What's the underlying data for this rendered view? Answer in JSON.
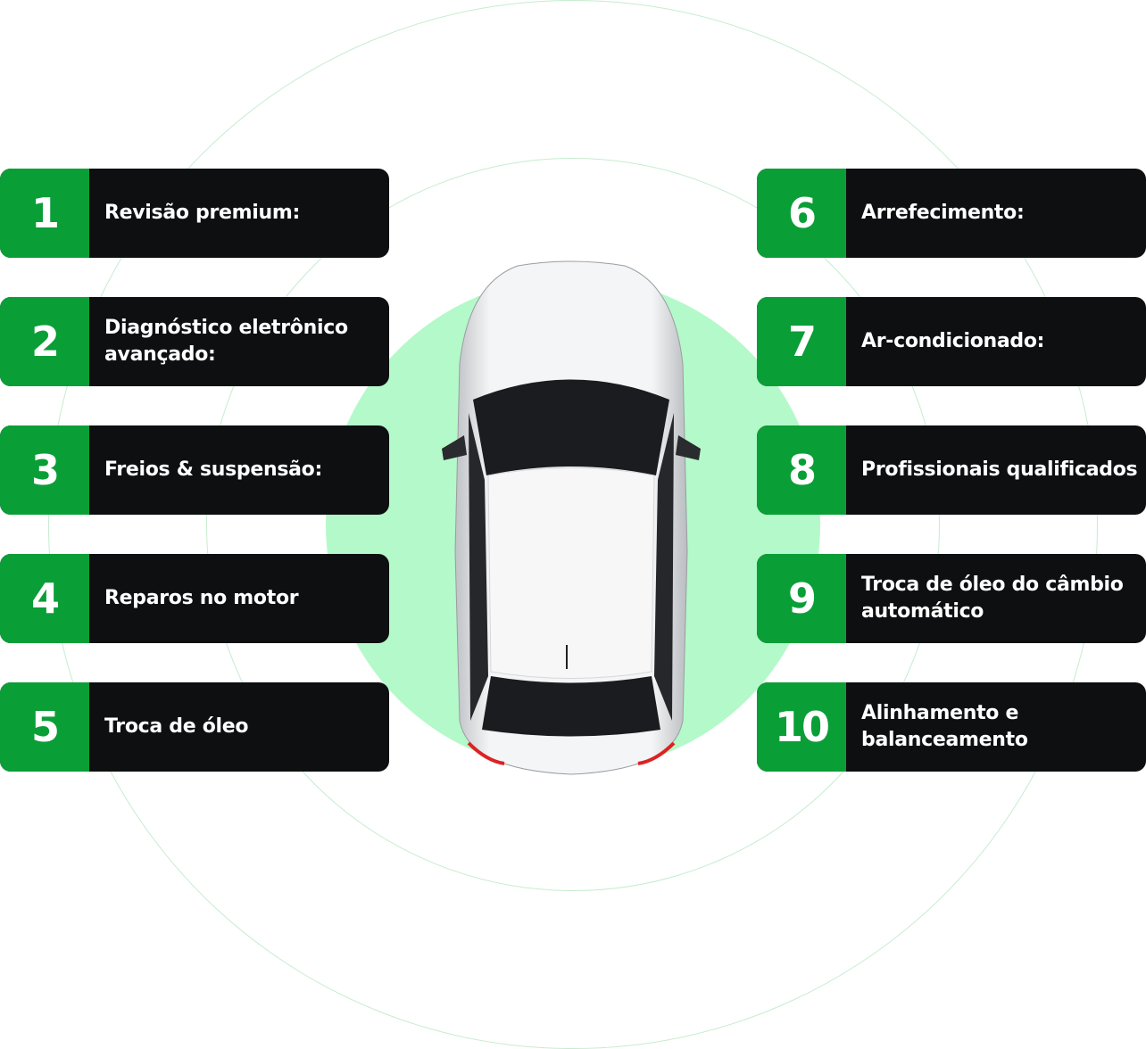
{
  "colors": {
    "accent": "#0a9e37",
    "card": "#0e0f11",
    "glow": "#b4f9c9",
    "ring": "#c6eccf"
  },
  "services_left": [
    {
      "number": "1",
      "label": "Revisão premium:"
    },
    {
      "number": "2",
      "label": "Diagnóstico eletrônico avançado:"
    },
    {
      "number": "3",
      "label": "Freios & suspensão:"
    },
    {
      "number": "4",
      "label": "Reparos no motor"
    },
    {
      "number": "5",
      "label": "Troca de óleo"
    }
  ],
  "services_right": [
    {
      "number": "6",
      "label": "Arrefecimento:"
    },
    {
      "number": "7",
      "label": "Ar-condicionado:"
    },
    {
      "number": "8",
      "label": "Profissionais qualificados"
    },
    {
      "number": "9",
      "label": "Troca de óleo do câmbio automático"
    },
    {
      "number": "10",
      "label": "Alinhamento e balanceamento"
    }
  ]
}
